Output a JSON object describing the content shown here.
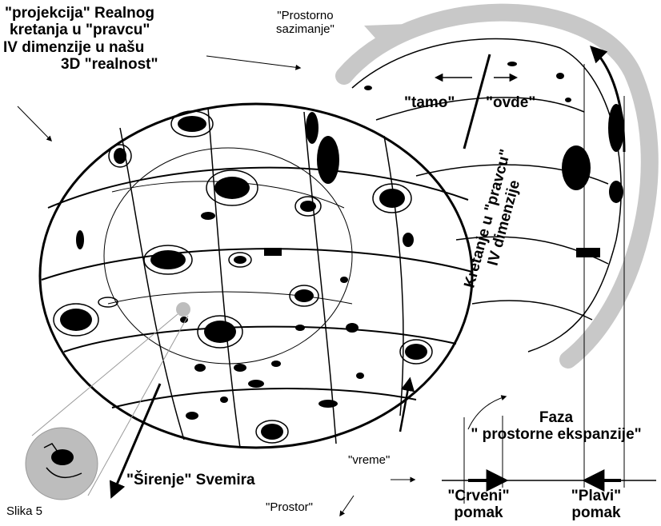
{
  "labels": {
    "projection": [
      "\"projekcija\" Realnog",
      "kretanja u \"pravcu\"",
      "IV dimenzije u našu",
      "3D \"realnost\""
    ],
    "compression": [
      "\"Prostorno",
      "sazimanje\""
    ],
    "there": "\"tamo\"",
    "here": "\"ovde\"",
    "motion4d": [
      "Kretanje u \"pravcu\"",
      "IV dimenzije"
    ],
    "phase": [
      "Faza",
      "\" prostorne ekspanzije\""
    ],
    "time": "\"vreme\"",
    "expansion": "\"Širenje\" Svemira",
    "space": "\"Prostor\"",
    "redshift": [
      "\"Crveni\"",
      "pomak"
    ],
    "blueshift": [
      "\"Plavi\"",
      "pomak"
    ],
    "caption": "Slika 5"
  },
  "colors": {
    "ink": "#000000",
    "gray": "#bdbdbd",
    "inset": "#c8c8c8"
  }
}
